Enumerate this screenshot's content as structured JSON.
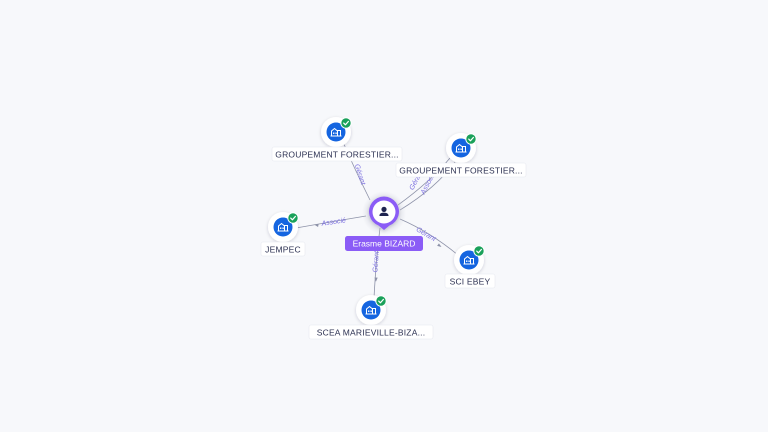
{
  "colors": {
    "person": "#8b5cf6",
    "company": "#1565e0",
    "verified": "#1aa15a",
    "edge": "#8d92a8",
    "edge_label": "#7b6fe0"
  },
  "center": {
    "label": "Erasme BIZARD",
    "icon": "person-icon"
  },
  "nodes": [
    {
      "id": "gf1",
      "label": "GROUPEMENT FORESTIER...",
      "icon": "building-icon",
      "verified": true
    },
    {
      "id": "gf2",
      "label": "GROUPEMENT FORESTIER...",
      "icon": "building-icon",
      "verified": true
    },
    {
      "id": "jempec",
      "label": "JEMPEC",
      "icon": "building-icon",
      "verified": true
    },
    {
      "id": "sci",
      "label": "SCI EBEY",
      "icon": "building-icon",
      "verified": true
    },
    {
      "id": "scea",
      "label": "SCEA MARIEVILLE-BIZA...",
      "icon": "building-icon",
      "verified": true
    }
  ],
  "edges": [
    {
      "to": "gf1",
      "label": "Gérant"
    },
    {
      "to": "gf2",
      "label": "Gérant"
    },
    {
      "to": "gf2",
      "label": "Associé"
    },
    {
      "to": "jempec",
      "label": "Associé"
    },
    {
      "to": "sci",
      "label": "Gérant"
    },
    {
      "to": "scea",
      "label": "Gérant"
    }
  ]
}
